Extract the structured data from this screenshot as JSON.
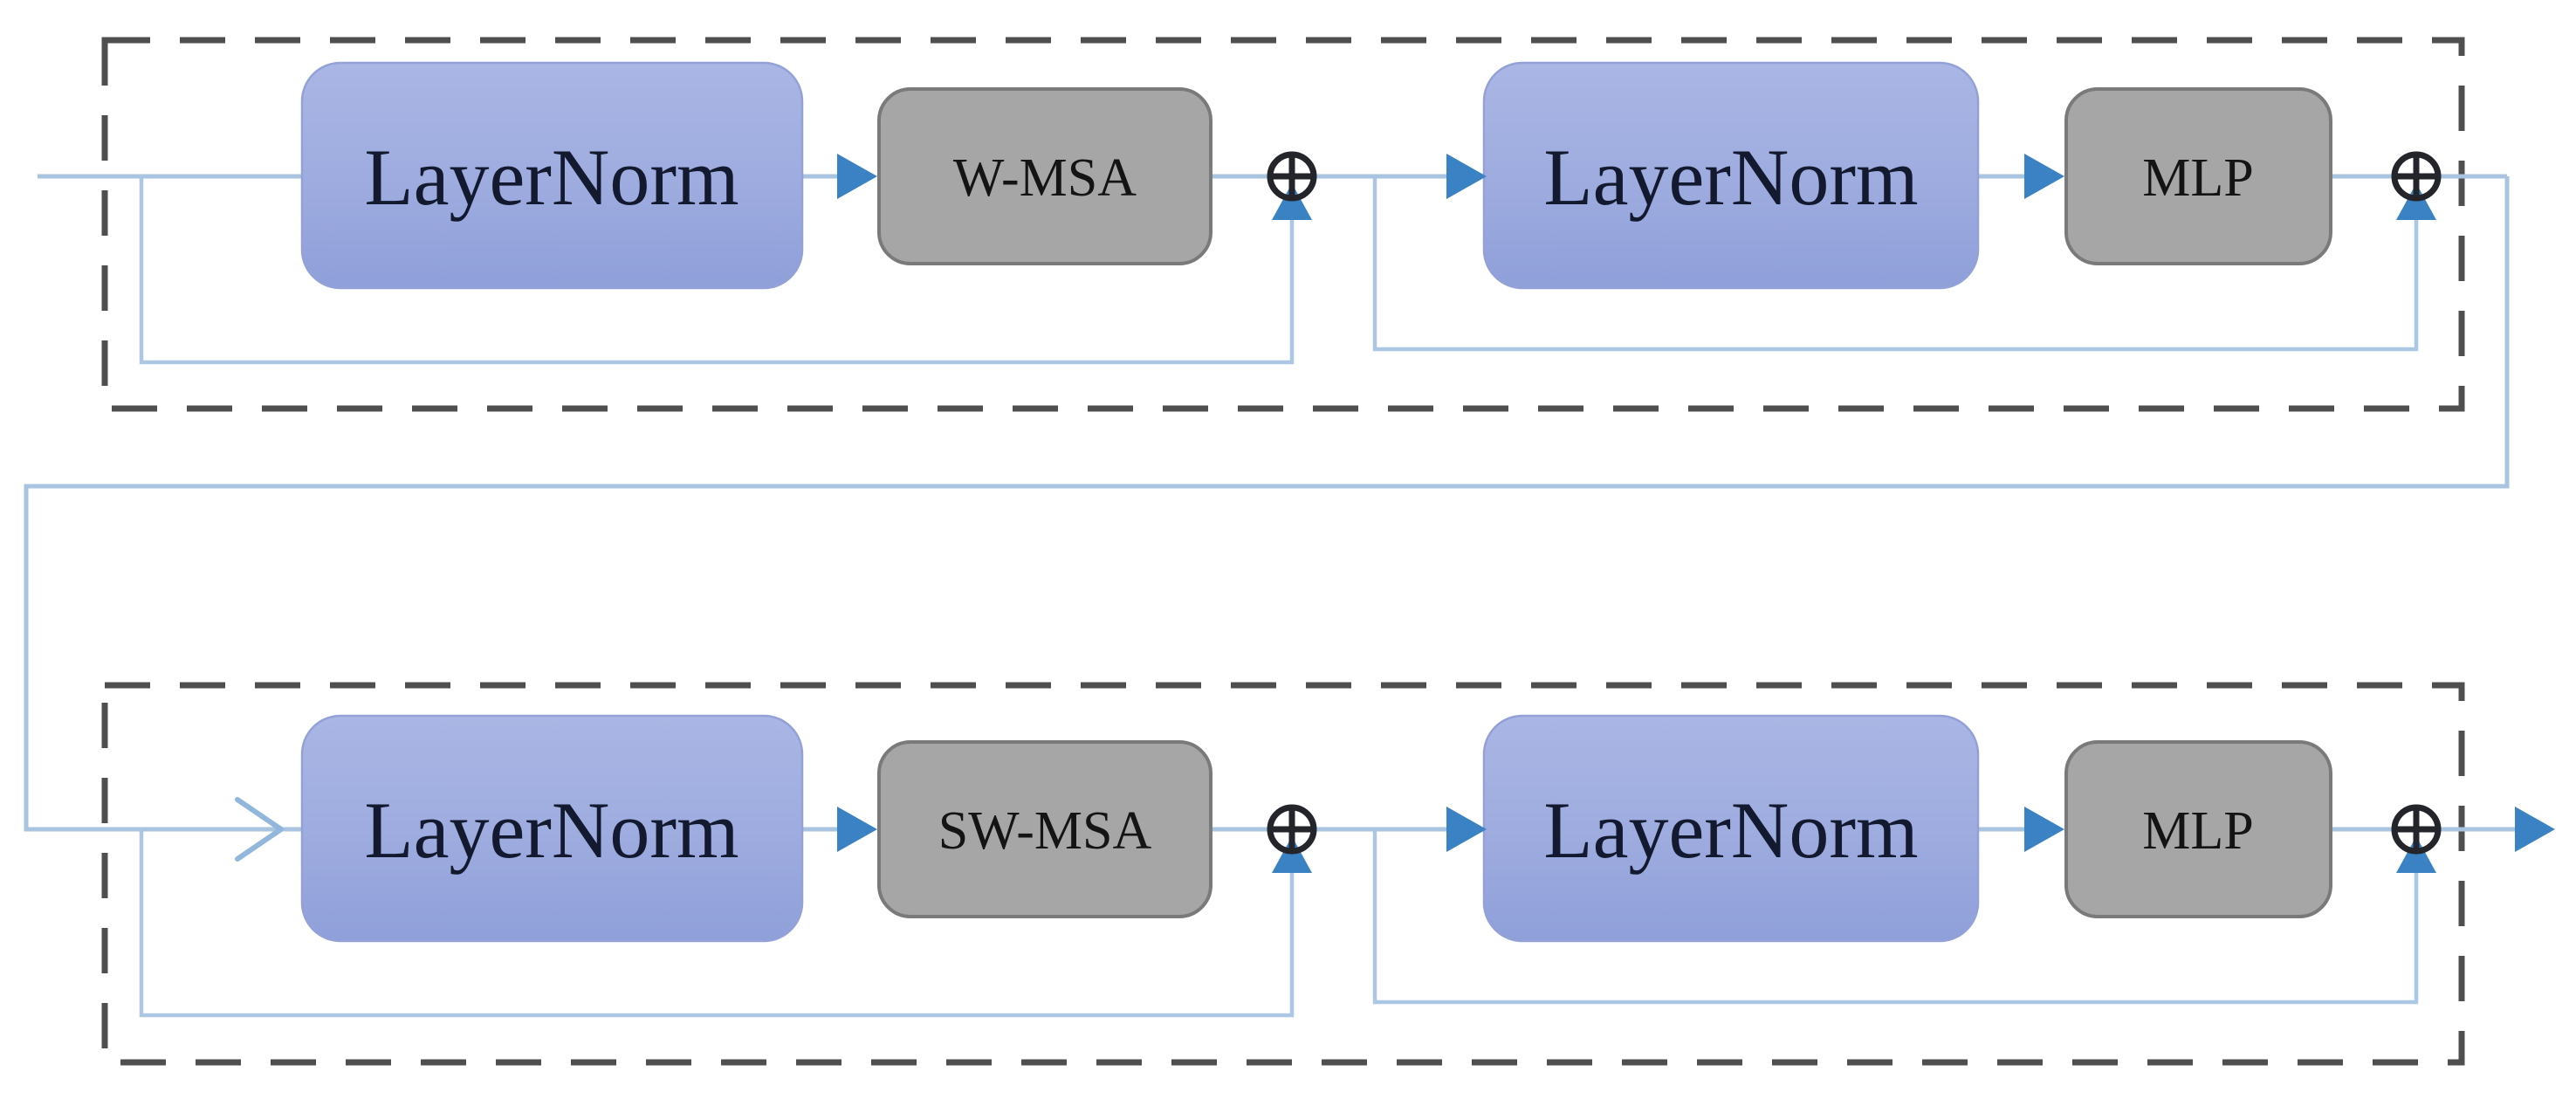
{
  "diagram": {
    "description_visible_text_only": "",
    "add_symbol": "⊕",
    "colors": {
      "background": "#ffffff",
      "line": "#a8c4e0",
      "arrow": "#3b82c4",
      "dashed_border": "#4f4f4f",
      "operator": "#23252b",
      "blue_box_top": "#aab6e4",
      "blue_box_bottom": "#8f9fd9",
      "gray_box_fill": "#a6a6a6",
      "gray_box_border": "#7a7a7a",
      "label_text": "#131a30"
    },
    "top_block": {
      "layernorm_1_label": "LayerNorm",
      "attention_label": "W-MSA",
      "layernorm_2_label": "LayerNorm",
      "mlp_label": "MLP"
    },
    "bottom_block": {
      "layernorm_1_label": "LayerNorm",
      "attention_label": "SW-MSA",
      "layernorm_2_label": "LayerNorm",
      "mlp_label": "MLP"
    }
  }
}
